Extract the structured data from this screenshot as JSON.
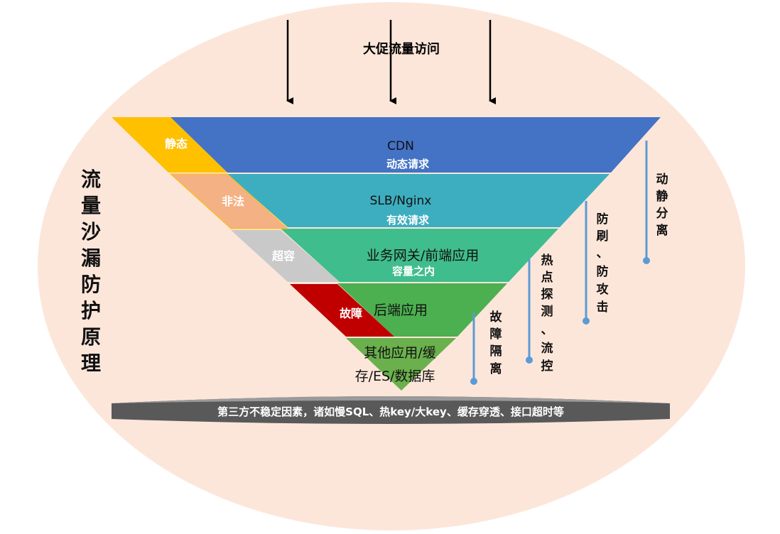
{
  "title_top": "大促流量访问",
  "side_title": [
    "流",
    "量",
    "沙",
    "漏",
    "防",
    "护",
    "原",
    "理"
  ],
  "layers": [
    {
      "name": "CDN",
      "sub": "动态请求",
      "filter": "静态",
      "color": "#4472c4",
      "filter_color": "#ffc000"
    },
    {
      "name": "SLB/Nginx",
      "sub": "有效请求",
      "filter": "非法",
      "color": "#3daebf",
      "filter_color": "#f4b183"
    },
    {
      "name": "业务网关/前端应用",
      "sub": "容量之内",
      "filter": "超容",
      "color": "#40bd8c",
      "filter_color": "#c9c9c9"
    },
    {
      "name": "后端应用",
      "filter": "故障",
      "color": "#4caf50",
      "filter_color": "#c00000"
    },
    {
      "name_lines": [
        "其他应用/缓",
        "存/ES/数据库"
      ],
      "color": "#6ab04c"
    }
  ],
  "measures": [
    {
      "label": [
        "动",
        "静",
        "分",
        "离"
      ]
    },
    {
      "label": [
        "防",
        "刷",
        "、",
        "防",
        "攻",
        "击"
      ]
    },
    {
      "label": [
        "热",
        "点",
        "探",
        "测",
        "、",
        "流",
        "控"
      ]
    },
    {
      "label": [
        "故",
        "障",
        "隔",
        "离"
      ]
    }
  ],
  "base_text": "第三方不稳定因素，诸如慢SQL、热key/大key、缓存穿透、接口超时等",
  "colors": {
    "background": "#fce6da",
    "measure_line": "#5b9bd5",
    "base": "#595959"
  }
}
